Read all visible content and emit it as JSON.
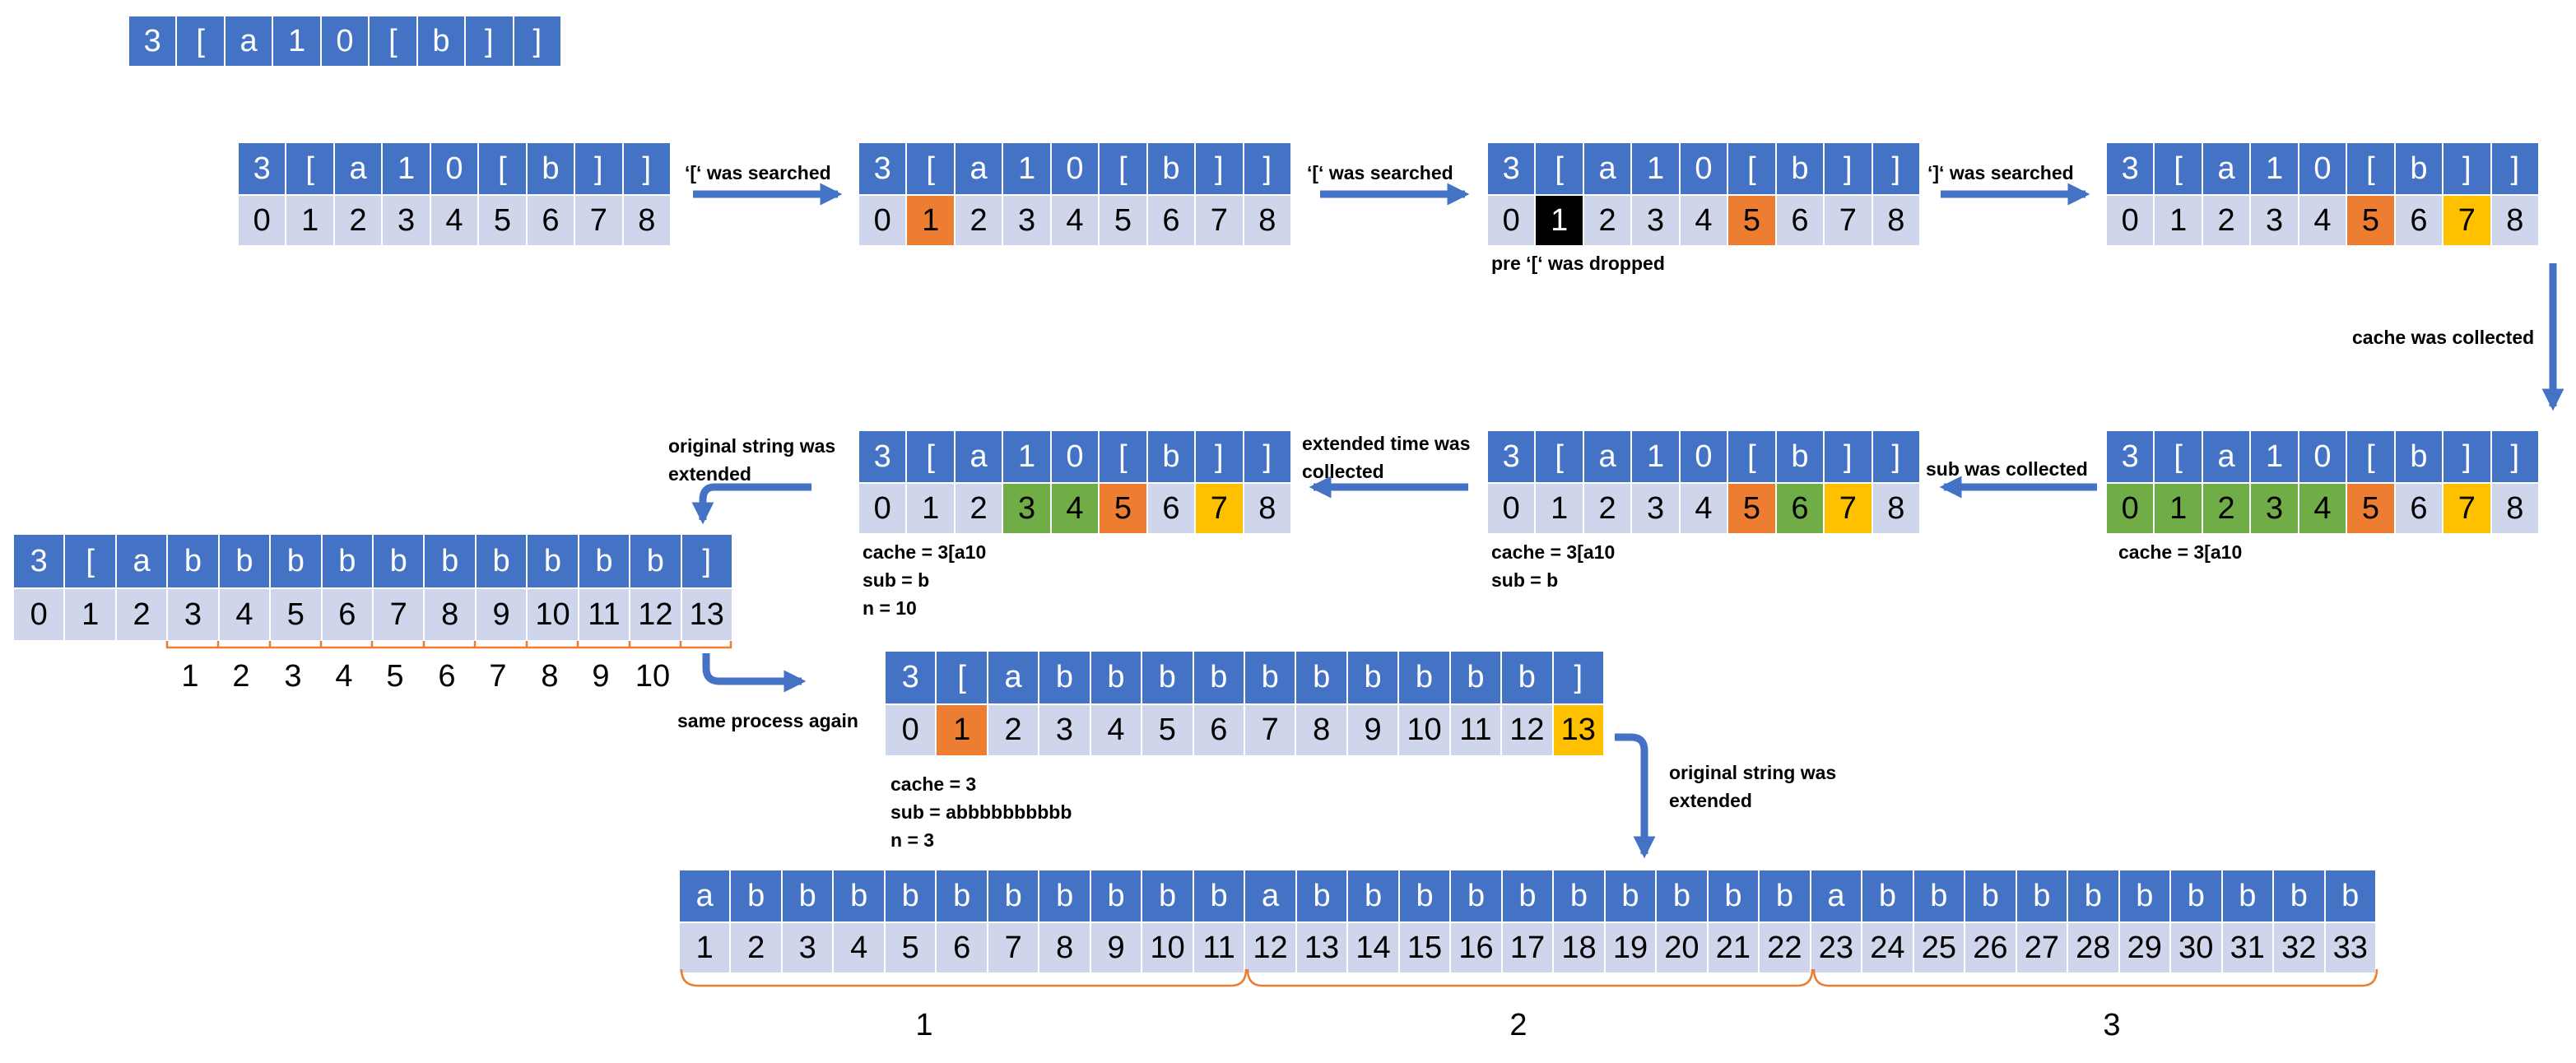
{
  "input": {
    "chars": [
      "3",
      "[",
      "a",
      "1",
      "0",
      "[",
      "b",
      "]",
      "]"
    ]
  },
  "state_tokens": [
    "3",
    "[",
    "a",
    "1",
    "0",
    "[",
    "b",
    "]",
    "]"
  ],
  "state_indices": [
    "0",
    "1",
    "2",
    "3",
    "4",
    "5",
    "6",
    "7",
    "8"
  ],
  "step_labels": {
    "open1": "‘[‘ was searched",
    "open2": "‘[‘ was searched",
    "close": "‘]‘ was searched",
    "dropped": "pre ‘[‘ was dropped",
    "cache_collected": "cache was collected",
    "sub_collected": "sub was collected",
    "ext_time": [
      "extended time was",
      "collected"
    ],
    "orig_extended_1": [
      "original string was",
      "extended"
    ],
    "same_process": "same process again",
    "orig_extended_2": [
      "original string was",
      "extended"
    ]
  },
  "state_notes": {
    "s5": [
      "cache = 3[a10"
    ],
    "s6": [
      "cache = 3[a10",
      "sub = b"
    ],
    "s7": [
      "cache = 3[a10",
      "sub = b",
      "n = 10"
    ],
    "s9": [
      "cache = 3",
      "sub = abbbbbbbbbb",
      "n = 3"
    ]
  },
  "expanded1": {
    "tokens": [
      "3",
      "[",
      "a",
      "b",
      "b",
      "b",
      "b",
      "b",
      "b",
      "b",
      "b",
      "b",
      "b",
      "]"
    ],
    "indices": [
      "0",
      "1",
      "2",
      "3",
      "4",
      "5",
      "6",
      "7",
      "8",
      "9",
      "10",
      "11",
      "12",
      "13"
    ],
    "repeat_counts": [
      "1",
      "2",
      "3",
      "4",
      "5",
      "6",
      "7",
      "8",
      "9",
      "10"
    ]
  },
  "expanded2": {
    "tokens": [
      "3",
      "[",
      "a",
      "b",
      "b",
      "b",
      "b",
      "b",
      "b",
      "b",
      "b",
      "b",
      "b",
      "]"
    ],
    "indices": [
      "0",
      "1",
      "2",
      "3",
      "4",
      "5",
      "6",
      "7",
      "8",
      "9",
      "10",
      "11",
      "12",
      "13"
    ]
  },
  "final": {
    "tokens": [
      "a",
      "b",
      "b",
      "b",
      "b",
      "b",
      "b",
      "b",
      "b",
      "b",
      "b",
      "a",
      "b",
      "b",
      "b",
      "b",
      "b",
      "b",
      "b",
      "b",
      "b",
      "b",
      "a",
      "b",
      "b",
      "b",
      "b",
      "b",
      "b",
      "b",
      "b",
      "b",
      "b"
    ],
    "indices": [
      "1",
      "2",
      "3",
      "4",
      "5",
      "6",
      "7",
      "8",
      "9",
      "10",
      "11",
      "12",
      "13",
      "14",
      "15",
      "16",
      "17",
      "18",
      "19",
      "20",
      "21",
      "22",
      "23",
      "24",
      "25",
      "26",
      "27",
      "28",
      "29",
      "30",
      "31",
      "32",
      "33"
    ],
    "group_labels": [
      "1",
      "2",
      "3"
    ]
  },
  "colors": {
    "header": "#4472C4",
    "index": "#CFD5EA",
    "open_bracket": "#ED7D31",
    "close_bracket": "#FFC000",
    "collected": "#70AD47",
    "dropped": "#000000",
    "arrow": "#4472C4",
    "brace": "#ED7D31"
  }
}
